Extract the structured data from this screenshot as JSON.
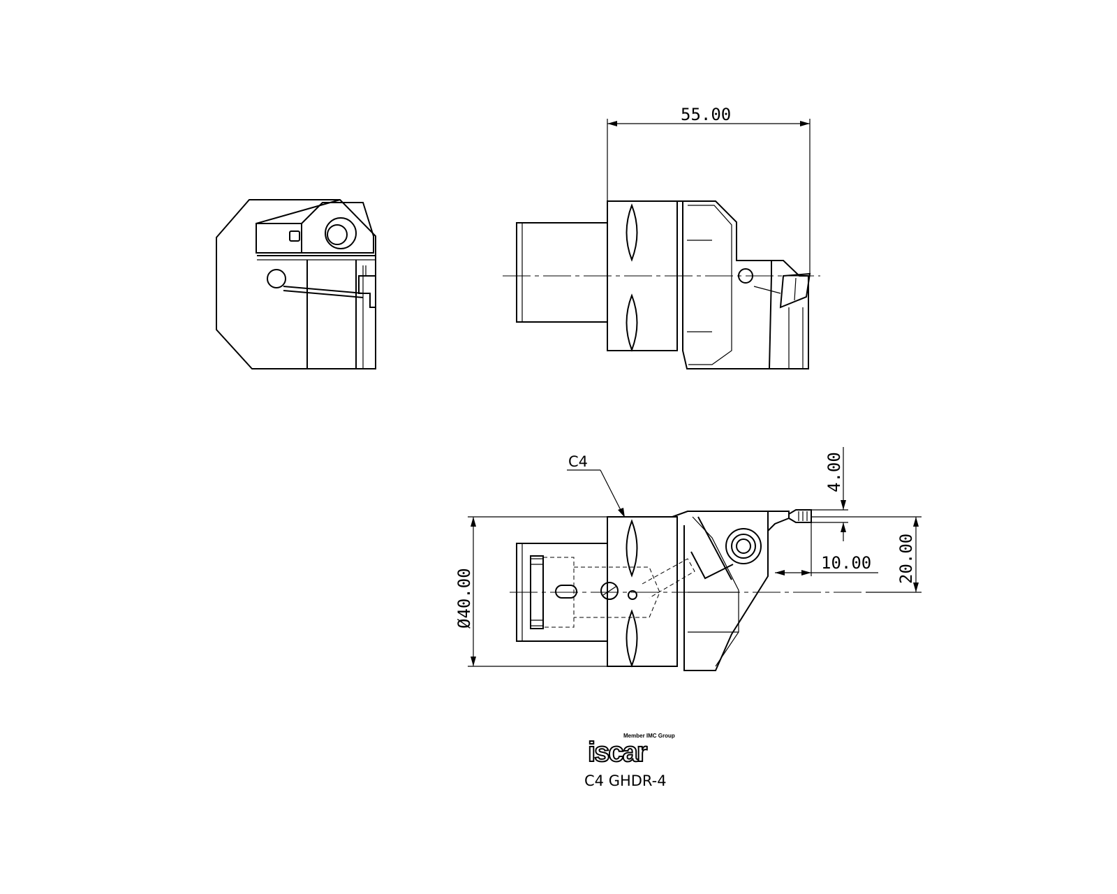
{
  "dimensions": {
    "length": "55.00",
    "diameter": "Ø40.00",
    "height_offset": "4.00",
    "insert_offset": "10.00",
    "center_height": "20.00"
  },
  "labels": {
    "callout": "C4"
  },
  "logo": {
    "brand": "iscar",
    "tagline": "Member IMC Group"
  },
  "part_number": "C4  GHDR-4"
}
